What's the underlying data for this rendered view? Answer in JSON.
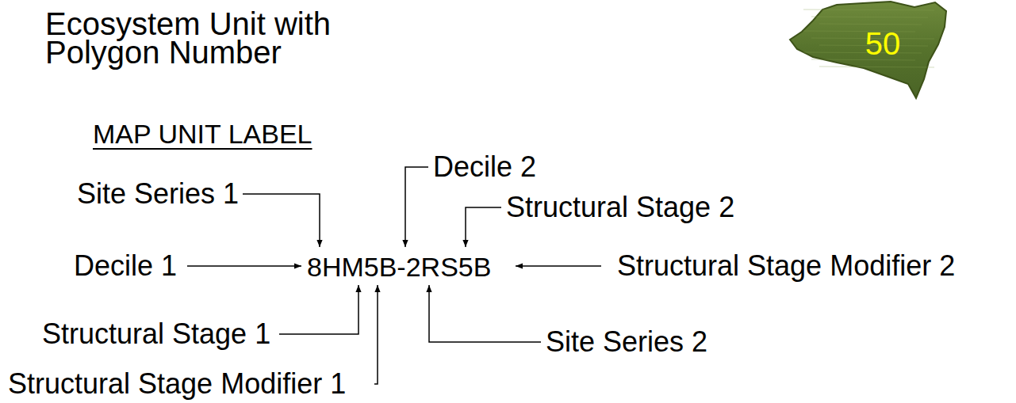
{
  "diagram": {
    "title": "Ecosystem Unit with Polygon Number",
    "nodes": [
      {
        "text": [
          "50"
        ]
      }
    ],
    "labels": [
      "MAP UNIT LABEL",
      "Decile 2",
      "Site Series 1",
      "Structural Stage 2",
      "Decile 1",
      "8HM5B-2RS5B",
      "Structural Stage Modifier 2",
      "Structural Stage 1",
      "Site Series 2",
      "Structural Stage Modifier 1"
    ]
  }
}
